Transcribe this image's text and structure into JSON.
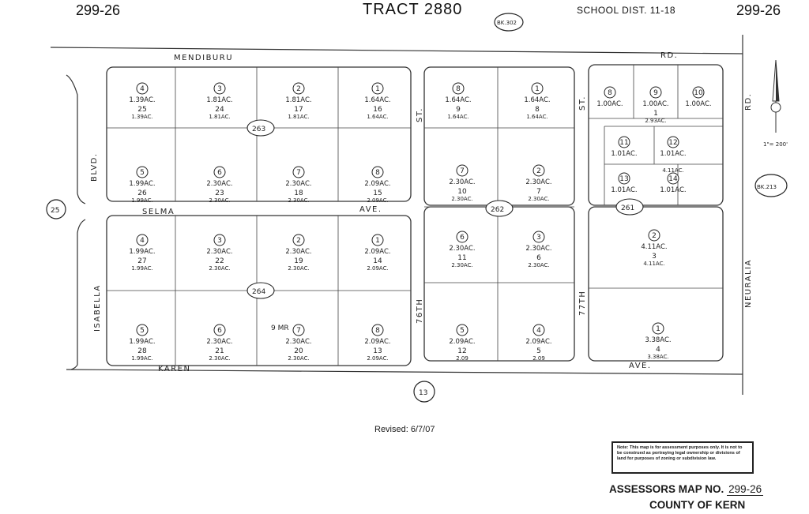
{
  "header": {
    "page_left": "299-26",
    "page_right": "299-26",
    "title": "TRACT 2880",
    "school_district": "SCHOOL DIST. 11-18",
    "book_ref": "BK.302"
  },
  "side_refs": {
    "left": "25",
    "right": "BK.213",
    "bottom": "13"
  },
  "north_scale": "1\"= 200'",
  "streets": {
    "top": "MENDIBURU",
    "top_suffix": "RD.",
    "middle": "SELMA",
    "middle_suffix": "AVE.",
    "bottom": "KAREN",
    "bottom_suffix": "AVE.",
    "left_upper": "BLVD.",
    "left_lower": "ISABELLA",
    "right": "NEURALIA",
    "right_suffix": "RD.",
    "col1": "ST.",
    "col1_lower": "76TH",
    "col2": "ST.",
    "col2_lower": "77TH"
  },
  "block_numbers": [
    "263",
    "262",
    "261",
    "264"
  ],
  "parcels": [
    {
      "circle": "4",
      "lot": "25",
      "acres": "1.39AC.",
      "old": "1.39AC."
    },
    {
      "circle": "3",
      "lot": "24",
      "acres": "1.81AC.",
      "old": "1.81AC."
    },
    {
      "circle": "2",
      "lot": "17",
      "acres": "1.81AC.",
      "old": "1.81AC."
    },
    {
      "circle": "1",
      "lot": "16",
      "acres": "1.64AC.",
      "old": "1.64AC."
    },
    {
      "circle": "5",
      "lot": "26",
      "acres": "1.99AC.",
      "old": "1.99AC."
    },
    {
      "circle": "6",
      "lot": "23",
      "acres": "2.30AC.",
      "old": "2.30AC."
    },
    {
      "circle": "7",
      "lot": "18",
      "acres": "2.30AC.",
      "old": "2.30AC."
    },
    {
      "circle": "8",
      "lot": "15",
      "acres": "2.09AC.",
      "old": "2.09AC."
    },
    {
      "circle": "8",
      "lot": "9",
      "acres": "1.64AC.",
      "old": "1.64AC."
    },
    {
      "circle": "1",
      "lot": "8",
      "acres": "1.64AC.",
      "old": "1.64AC."
    },
    {
      "circle": "7",
      "lot": "10",
      "acres": "2.30AC.",
      "old": "2.30AC."
    },
    {
      "circle": "2",
      "lot": "7",
      "acres": "2.30AC.",
      "old": "2.30AC."
    },
    {
      "circle": "8",
      "lot": "",
      "acres": "1.00AC.",
      "old": ""
    },
    {
      "circle": "9",
      "lot": "1",
      "acres": "1.00AC.",
      "old": "2.93AC."
    },
    {
      "circle": "10",
      "lot": "",
      "acres": "1.00AC.",
      "old": ""
    },
    {
      "circle": "11",
      "lot": "",
      "acres": "1.01AC.",
      "old": ""
    },
    {
      "circle": "12",
      "lot": "",
      "acres": "1.01AC.",
      "old": "4.11AC."
    },
    {
      "circle": "13",
      "lot": "",
      "acres": "1.01AC.",
      "old": ""
    },
    {
      "circle": "14",
      "lot": "",
      "acres": "1.01AC.",
      "old": ""
    },
    {
      "circle": "4",
      "lot": "27",
      "acres": "1.99AC.",
      "old": "1.99AC."
    },
    {
      "circle": "3",
      "lot": "22",
      "acres": "2.30AC.",
      "old": "2.30AC."
    },
    {
      "circle": "2",
      "lot": "19",
      "acres": "2.30AC.",
      "old": "2.30AC."
    },
    {
      "circle": "1",
      "lot": "14",
      "acres": "2.09AC.",
      "old": "2.09AC."
    },
    {
      "circle": "5",
      "lot": "28",
      "acres": "1.99AC.",
      "old": "1.99AC."
    },
    {
      "circle": "6",
      "lot": "21",
      "acres": "2.30AC.",
      "old": "2.30AC."
    },
    {
      "circle": "7",
      "lot": "20",
      "acres": "2.30AC.",
      "old": "2.30AC."
    },
    {
      "circle": "8",
      "lot": "13",
      "acres": "2.09AC.",
      "old": "2.09AC."
    },
    {
      "circle": "6",
      "lot": "11",
      "acres": "2.30AC.",
      "old": "2.30AC."
    },
    {
      "circle": "3",
      "lot": "6",
      "acres": "2.30AC.",
      "old": "2.30AC."
    },
    {
      "circle": "5",
      "lot": "12",
      "acres": "2.09AC.",
      "old": "2.09"
    },
    {
      "circle": "4",
      "lot": "5",
      "acres": "2.09AC.",
      "old": "2.09"
    },
    {
      "circle": "2",
      "lot": "3",
      "acres": "4.11AC.",
      "old": "4.11AC."
    },
    {
      "circle": "1",
      "lot": "4",
      "acres": "3.38AC.",
      "old": "3.38AC."
    }
  ],
  "extra_labels": {
    "mr": "9 MR"
  },
  "revised": "Revised: 6/7/07",
  "note": "Note: This map is for assessment purposes only. It is not to be construed as portraying legal ownership or divisions of land for purposes of zoning or subdivision law.",
  "footer": {
    "assessor_label": "ASSESSORS MAP NO.",
    "assessor_no": "299-26",
    "county": "COUNTY OF KERN"
  }
}
